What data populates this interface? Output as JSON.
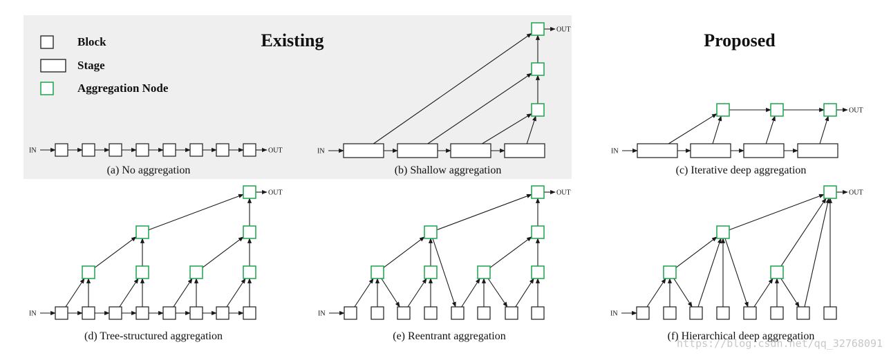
{
  "headers": {
    "existing": "Existing",
    "proposed": "Proposed"
  },
  "legend": {
    "block": "Block",
    "stage": "Stage",
    "aggregation_node": "Aggregation Node"
  },
  "io": {
    "in": "IN",
    "out": "OUT"
  },
  "captions": {
    "a": "(a) No aggregation",
    "b": "(b) Shallow aggregation",
    "c": "(c) Iterative deep aggregation",
    "d": "(d) Tree-structured aggregation",
    "e": "(e) Reentrant aggregation",
    "f": "(f) Hierarchical deep aggregation"
  },
  "watermark": "https://blog.csdn.net/qq_32768091",
  "colors": {
    "aggregation_node": "#1aa34a",
    "existing_panel": "#efefef",
    "stroke": "#1a1a1a"
  }
}
